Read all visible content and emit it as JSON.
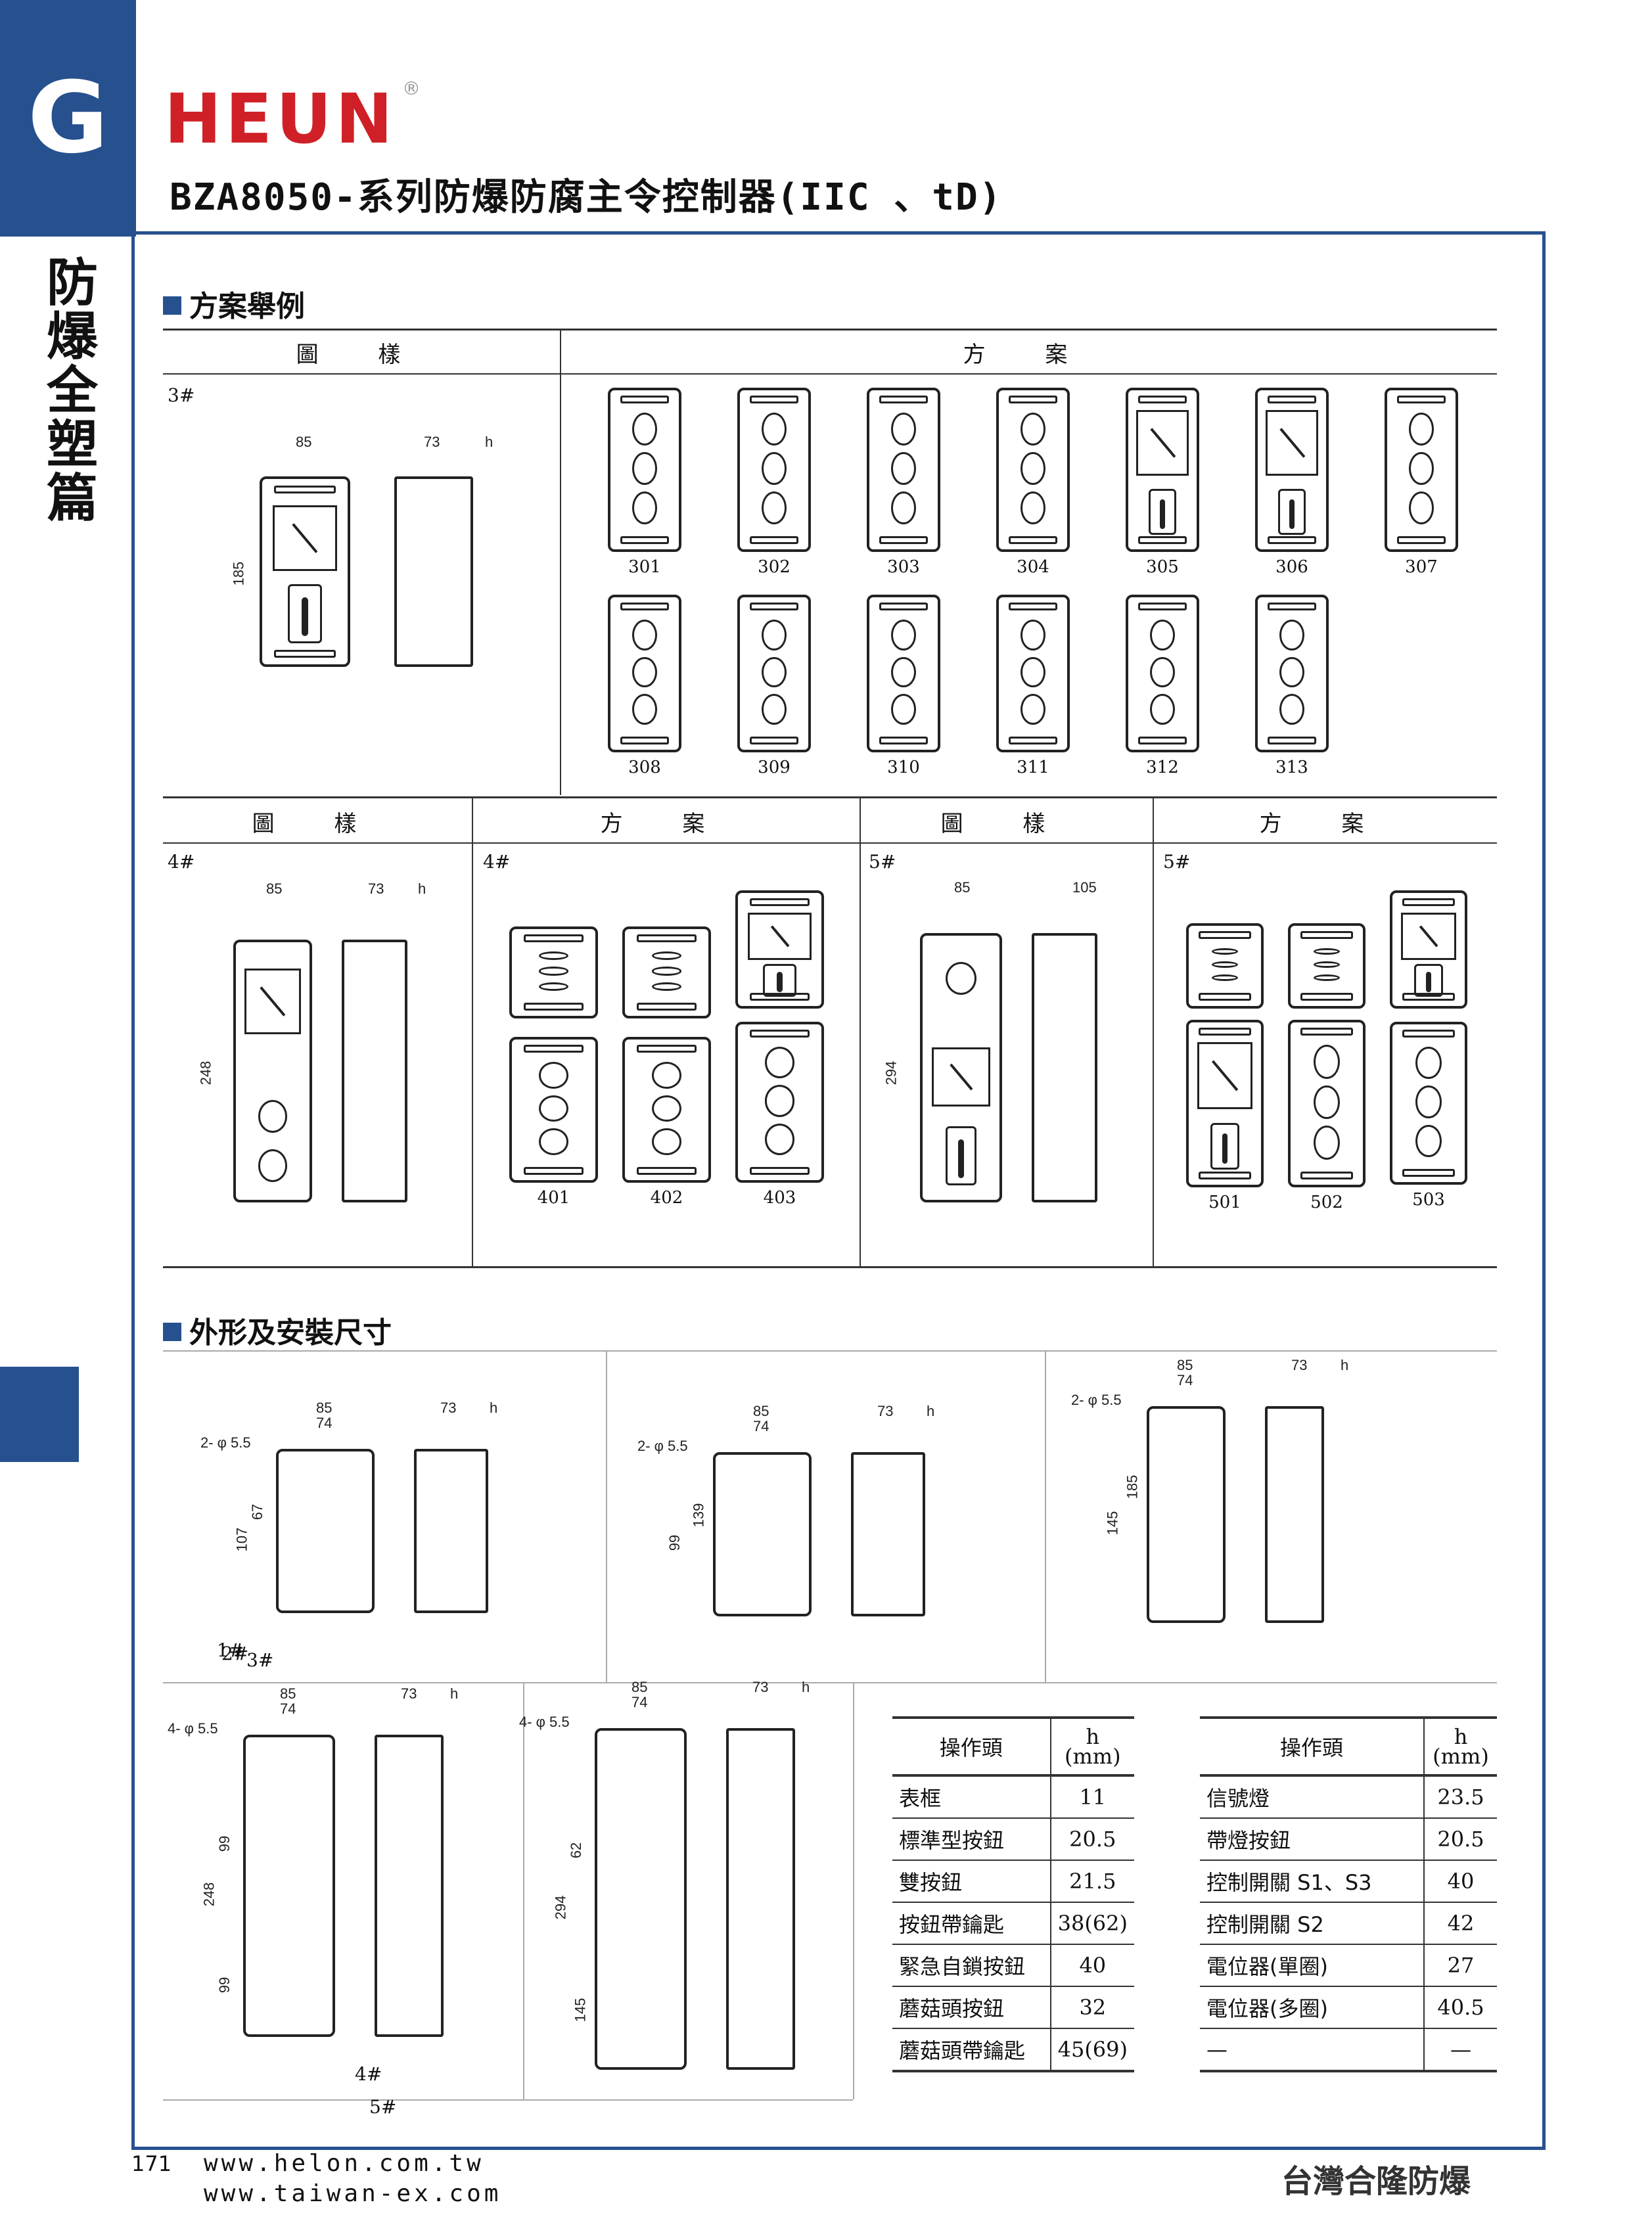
{
  "header": {
    "section_letter": "G",
    "logo": "HEUN",
    "registered": "®",
    "title": "BZA8050-系列防爆防腐主令控制器(IIC 、tD)"
  },
  "sidebar": {
    "vertical_text": "防爆全塑篇"
  },
  "sections": {
    "examples": "方案舉例",
    "dimensions": "外形及安裝尺寸"
  },
  "table_headers": {
    "drawing": "圖 樣",
    "scheme": "方 案"
  },
  "group3": {
    "label": "3#",
    "dims": {
      "w": "85",
      "d": "73",
      "h": "h",
      "height": "185"
    },
    "schemes": [
      "301",
      "302",
      "303",
      "304",
      "305",
      "306",
      "307",
      "308",
      "309",
      "310",
      "311",
      "312",
      "313"
    ]
  },
  "group4": {
    "label": "4#",
    "scheme_label": "4#",
    "dims": {
      "w": "85",
      "d": "73",
      "h": "h",
      "height": "248"
    },
    "schemes": [
      "401",
      "402",
      "403"
    ]
  },
  "group5": {
    "label": "5#",
    "scheme_label": "5#",
    "dims": {
      "w": "85",
      "d": "105",
      "height": "294"
    },
    "schemes": [
      "501",
      "502",
      "503"
    ]
  },
  "dim_drawings": [
    {
      "label": "1#",
      "w": "85",
      "w2": "74",
      "hole": "2- φ 5.5",
      "d": "73",
      "h": "h",
      "v1": "107",
      "v2": "67"
    },
    {
      "label": "2#",
      "w": "85",
      "w2": "74",
      "hole": "2- φ 5.5",
      "d": "73",
      "h": "h",
      "v1": "99",
      "v2": "139"
    },
    {
      "label": "3#",
      "w": "85",
      "w2": "74",
      "hole": "2- φ 5.5",
      "d": "73",
      "h": "h",
      "v1": "145",
      "v2": "185"
    },
    {
      "label": "4#",
      "w": "85",
      "w2": "74",
      "hole": "4- φ 5.5",
      "d": "73",
      "h": "h",
      "v1": "248",
      "v2": "99",
      "v3": "99"
    },
    {
      "label": "5#",
      "w": "85",
      "w2": "74",
      "hole": "4- φ 5.5",
      "d": "73",
      "h": "h",
      "v1": "294",
      "v2": "62",
      "v3": "145"
    }
  ],
  "spec_table_left": {
    "col1": "操作頭",
    "col2": "h\n(mm)",
    "rows": [
      [
        "表框",
        "11"
      ],
      [
        "標準型按鈕",
        "20.5"
      ],
      [
        "雙按鈕",
        "21.5"
      ],
      [
        "按鈕帶鑰匙",
        "38(62)"
      ],
      [
        "緊急自鎖按鈕",
        "40"
      ],
      [
        "蘑菇頭按鈕",
        "32"
      ],
      [
        "蘑菇頭帶鑰匙",
        "45(69)"
      ]
    ]
  },
  "spec_table_right": {
    "col1": "操作頭",
    "col2": "h\n(mm)",
    "rows": [
      [
        "信號燈",
        "23.5"
      ],
      [
        "帶燈按鈕",
        "20.5"
      ],
      [
        "控制開關 S1、S3",
        "40"
      ],
      [
        "控制開關 S2",
        "42"
      ],
      [
        "電位器(單圈)",
        "27"
      ],
      [
        "電位器(多圈)",
        "40.5"
      ],
      [
        "—",
        "—"
      ]
    ]
  },
  "footer": {
    "page": "171",
    "url1": "www.helon.com.tw",
    "url2": "www.taiwan-ex.com",
    "brand": "台灣合隆防爆"
  }
}
